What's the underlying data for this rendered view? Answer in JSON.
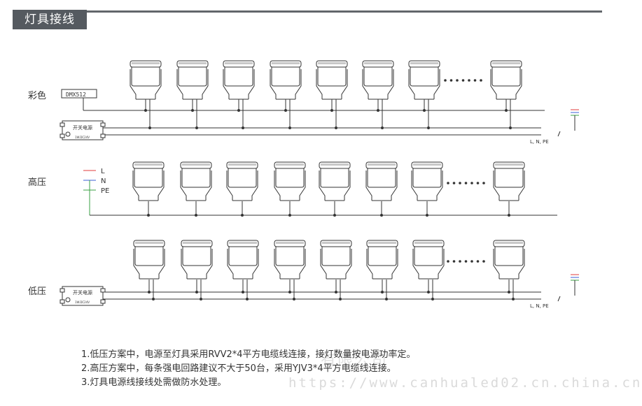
{
  "header": {
    "title": "灯具接线"
  },
  "sections": {
    "color": {
      "label": "彩色",
      "controller": "DMX512",
      "power_supply": "开关电源",
      "power_supply_spec": "1W.DC24V",
      "line_label": "L, N, PE"
    },
    "high": {
      "label": "高压",
      "wire_labels": [
        "L",
        "N",
        "PE"
      ]
    },
    "low": {
      "label": "低压",
      "power_supply": "开关电源",
      "power_supply_spec": "1W.DC24V",
      "line_label": "L, N, PE"
    }
  },
  "notes": [
    "1.低压方案中，电源至灯具采用RVV2*4平方电缆线连接，接灯数量按电源功率定。",
    "2.高压方案中，每条强电回路建议不大于50台，采用YJV3*4平方电缆线连接。",
    "3.灯具电源线接线处需做防水处理。"
  ],
  "watermark": {
    "text": "有限公司",
    "url": "https://www.canhualed02.cn.china.cn"
  },
  "colors": {
    "header_bg": "#555a60",
    "wire_red": "#e03b3b",
    "wire_blue": "#3b5fd6",
    "wire_green": "#3aa043",
    "line": "#333333"
  }
}
